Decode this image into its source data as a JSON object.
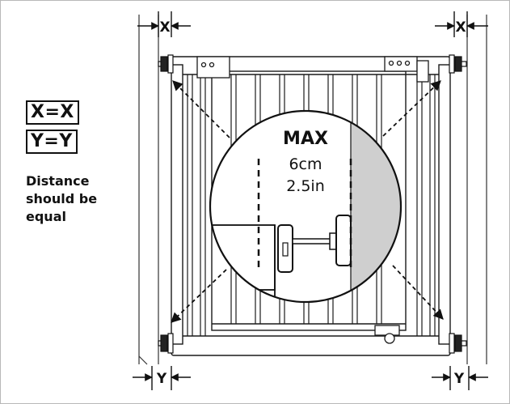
{
  "legend": {
    "x_equal": "X=X",
    "y_equal": "Y=Y",
    "note_line1": "Distance",
    "note_line2": "should be",
    "note_line3": "equal"
  },
  "dimension_labels": {
    "top_left": "X",
    "top_right": "X",
    "bottom_left": "Y",
    "bottom_right": "Y"
  },
  "magnifier": {
    "title": "MAX",
    "metric": "6cm",
    "imperial": "2.5in"
  },
  "colors": {
    "line": "#1a1a1a",
    "wall_gray": "#cfcfcf",
    "gate_fill": "#ffffff"
  }
}
